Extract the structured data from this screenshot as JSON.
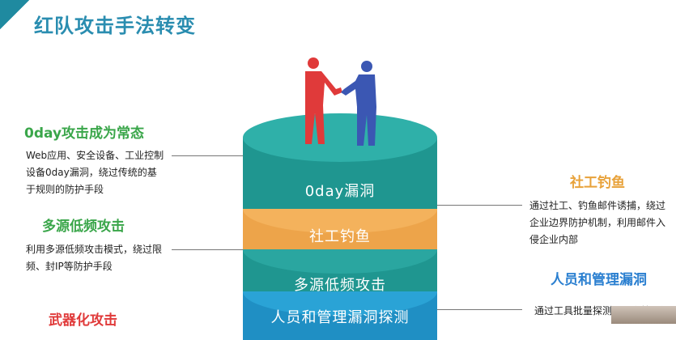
{
  "title": "红队攻击手法转变",
  "sections": {
    "left1": {
      "title": "0day攻击成为常态",
      "body": [
        "Web应用、安全设备、工业控制",
        "设备0day漏洞，绕过传统的基",
        "于规则的防护手段"
      ]
    },
    "left2": {
      "title": "多源低频攻击",
      "body": [
        "利用多源低频攻击模式，绕过限",
        "频、封IP等防护手段"
      ]
    },
    "left3": {
      "title": "武器化攻击"
    },
    "right1": {
      "title": "社工钓鱼",
      "body": [
        "通过社工、钓鱼邮件诱捕，绕过",
        "企业边界防护机制，利用邮件入",
        "侵企业内部"
      ]
    },
    "right2": {
      "title": "人员和管理漏洞",
      "body": [
        "通过工具批量探测人员和管理漏"
      ]
    }
  },
  "layers": [
    {
      "label": "0day漏洞"
    },
    {
      "label": "社工钓鱼"
    },
    {
      "label": "多源低频攻击"
    },
    {
      "label": "人员和管理漏洞探测"
    }
  ],
  "colors": {
    "teal": "#2aa6a0",
    "orange": "#f4b25c",
    "blue": "#2aa3d6",
    "red_title": "#e03a3a",
    "green_title": "#3aa64a",
    "orange_title": "#e8a23a",
    "blue_title": "#2a7fd0"
  }
}
